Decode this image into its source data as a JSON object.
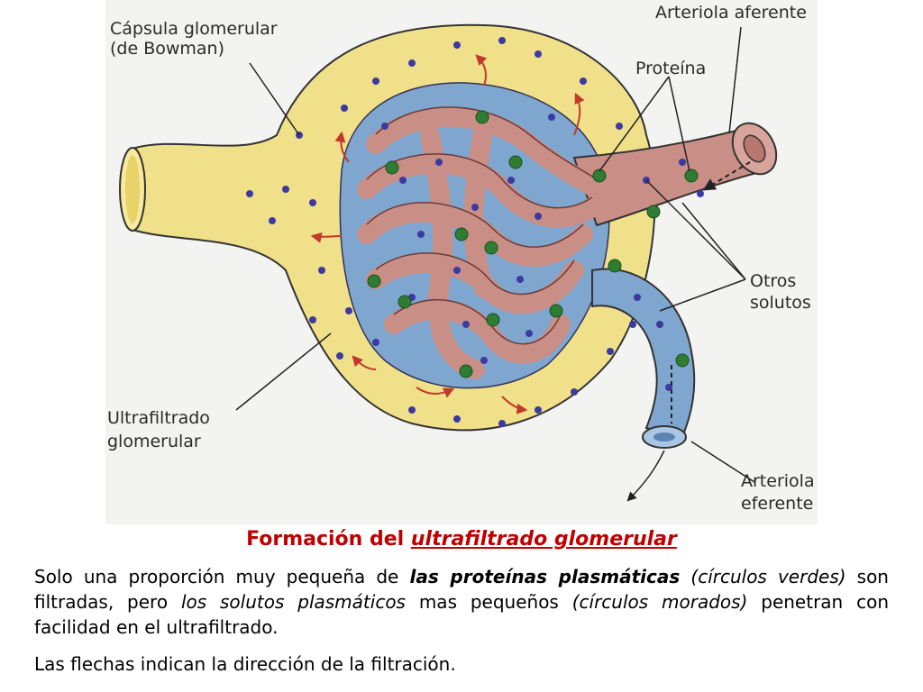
{
  "diagram": {
    "labels": {
      "capsule_line1": "Cápsula glomerular",
      "capsule_line2": "(de Bowman)",
      "afferent": "Arteriola aferente",
      "protein": "Proteína",
      "other_solutes_line1": "Otros",
      "other_solutes_line2": "solutos",
      "ultrafiltrate_line1": "Ultrafiltrado",
      "ultrafiltrate_line2": "glomerular",
      "efferent_line1": "Arteriola",
      "efferent_line2": "eferente"
    },
    "colors": {
      "capsule": "#f1e08a",
      "capillary": "#c98e86",
      "vessel_blue": "#7ea6cf",
      "protein_dot": "#2f7d32",
      "solute_dot": "#3c3aa0",
      "arrow": "#c0392b"
    }
  },
  "caption": {
    "prefix": "Formación del ",
    "emphasis": "ultrafiltrado glomerular"
  },
  "paragraph1": {
    "t1": "Solo una proporción muy pequeña de ",
    "t2": "las proteínas plasmáticas",
    "t3": " ",
    "t4": "(círculos verdes)",
    "t5": " son filtradas, pero ",
    "t6": "los solutos plasmáticos",
    "t7": " mas pequeños ",
    "t8": "(círculos morados)",
    "t9": " penetran con facilidad en el ultrafiltrado."
  },
  "paragraph2": "Las flechas indican la dirección de la filtración."
}
